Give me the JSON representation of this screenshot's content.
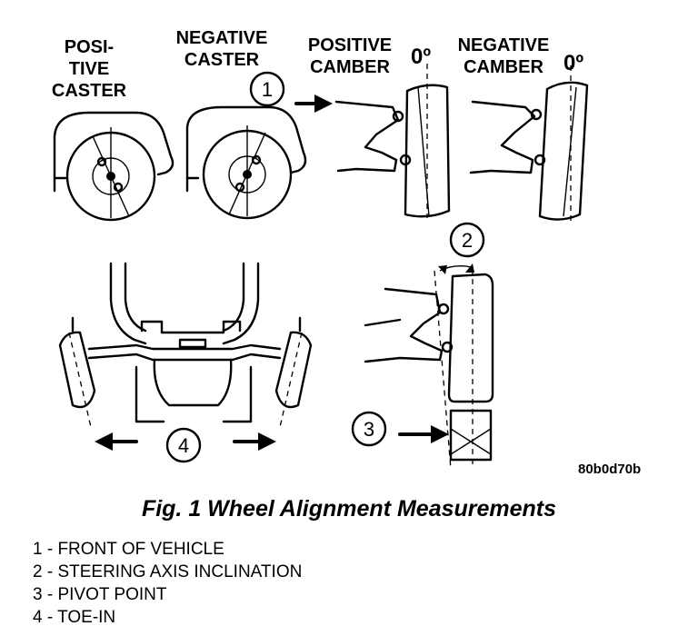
{
  "labels": {
    "positive_caster": [
      "POSI-",
      "TIVE",
      "CASTER"
    ],
    "negative_caster": [
      "NEGATIVE",
      "CASTER"
    ],
    "positive_camber": [
      "POSITIVE",
      "CAMBER"
    ],
    "negative_camber": [
      "NEGATIVE",
      "CAMBER"
    ],
    "zero_degree_1": "0º",
    "zero_degree_2": "0º",
    "figure_code": "80b0d70b"
  },
  "callouts": {
    "c1": "1",
    "c2": "2",
    "c3": "3",
    "c4": "4"
  },
  "caption": "Fig. 1 Wheel Alignment Measurements",
  "legend": [
    "1 - FRONT OF VEHICLE",
    "2 - STEERING AXIS INCLINATION",
    "3 - PIVOT POINT",
    "4 - TOE-IN"
  ]
}
